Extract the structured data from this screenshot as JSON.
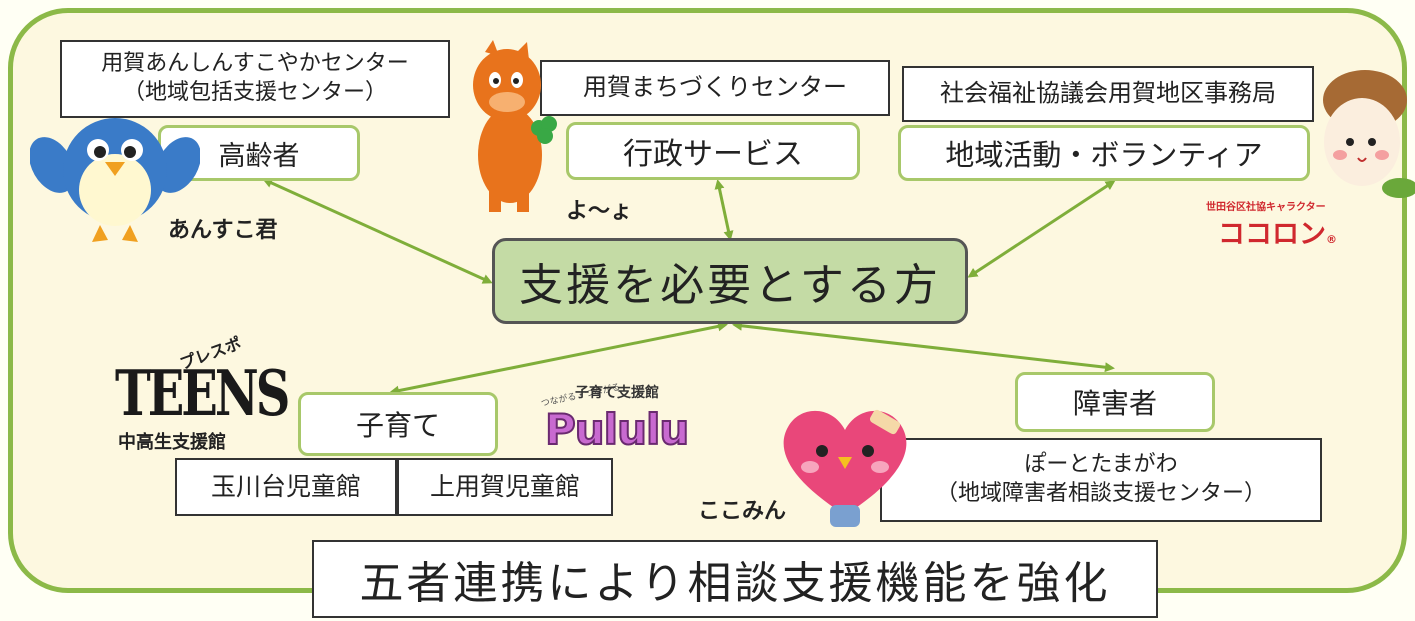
{
  "center_label": "支援を必要とする方",
  "groups": {
    "elderly": {
      "org_line1": "用賀あんしんすこやかセンター",
      "org_line2": "（地域包括支援センター）",
      "category": "高齢者"
    },
    "admin": {
      "org": "用賀まちづくりセンター",
      "category": "行政サービス"
    },
    "community": {
      "org": "社会福祉協議会用賀地区事務局",
      "category": "地域活動・ボランティア"
    },
    "childcare": {
      "org1": "玉川台児童館",
      "org2": "上用賀児童館",
      "category": "子育て"
    },
    "disability": {
      "org_line1": "ぽーとたまがわ",
      "org_line2": "（地域障害者相談支援センター）",
      "category": "障害者"
    }
  },
  "mascots": {
    "ansuko": "あんすこ君",
    "yoyo": "よ〜ょ",
    "cocoron_sub": "世田谷区社協キャラクター",
    "cocoron": "ココロン",
    "cocoron_mark": "®",
    "teens_logo": "TEENS",
    "teens_kana": "プレスポ",
    "teens_sub": "中高生支援館",
    "pululu_tag": "つながる・つながる",
    "pululu_sub": "子育て支援館",
    "pululu_logo": "Pululu",
    "kokomin": "ここみん"
  },
  "footer": "五者連携により相談支援機能を強化",
  "colors": {
    "frame": "#8cb948",
    "arrow": "#7fae3a",
    "center_fill": "#c4dba5",
    "box_border": "#a8c86a",
    "background": "#fdf8e0"
  }
}
